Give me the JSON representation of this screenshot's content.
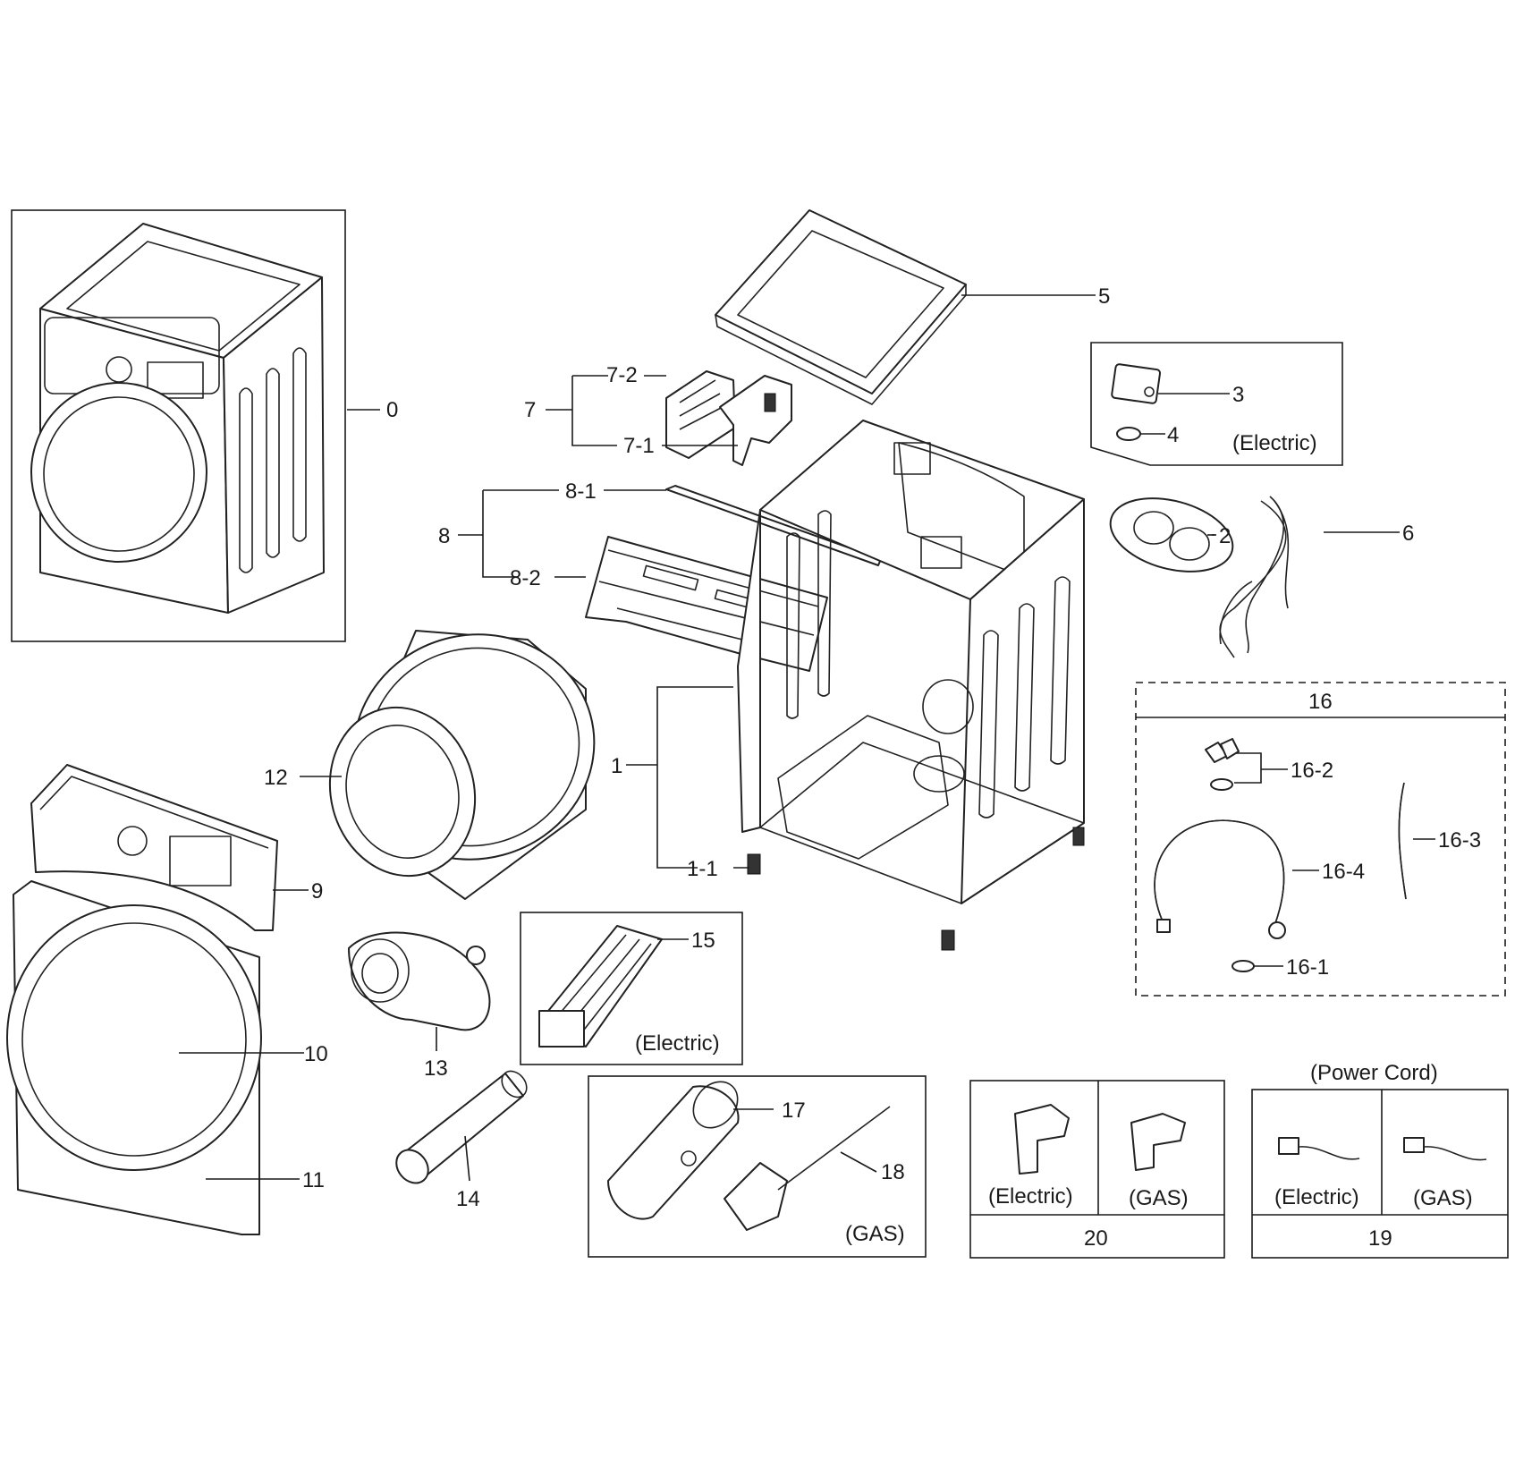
{
  "labels": {
    "p0": "0",
    "p1": "1",
    "p1_1": "1-1",
    "p2": "2",
    "p3": "3",
    "p4": "4",
    "p5": "5",
    "p6": "6",
    "p7": "7",
    "p7_1": "7-1",
    "p7_2": "7-2",
    "p8": "8",
    "p8_1": "8-1",
    "p8_2": "8-2",
    "p9": "9",
    "p10": "10",
    "p11": "11",
    "p12": "12",
    "p13": "13",
    "p14": "14",
    "p15": "15",
    "p16": "16",
    "p16_1": "16-1",
    "p16_2": "16-2",
    "p16_3": "16-3",
    "p16_4": "16-4",
    "p17": "17",
    "p18": "18",
    "p19": "19",
    "p20": "20"
  },
  "notes": {
    "electric": "(Electric)",
    "gas": "(GAS)",
    "power_cord": "(Power Cord)"
  }
}
